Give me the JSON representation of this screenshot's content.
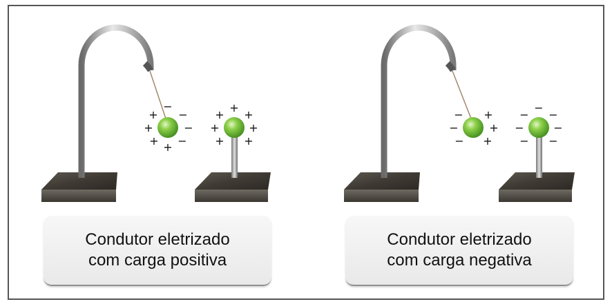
{
  "setups": [
    {
      "id": "positive",
      "caption_line1": "Condutor eletrizado",
      "caption_line2": "com carga positiva",
      "pendulum_charges": [
        "+",
        "+",
        "+",
        "+",
        "−",
        "−",
        "−",
        "−"
      ],
      "conductor_charges": [
        "+",
        "+",
        "+",
        "+",
        "+",
        "+",
        "+",
        "+"
      ]
    },
    {
      "id": "negative",
      "caption_line1": "Condutor eletrizado",
      "caption_line2": "com carga negativa",
      "pendulum_charges": [
        "−",
        "−",
        "−",
        "−",
        "+",
        "+",
        "+",
        "+"
      ],
      "conductor_charges": [
        "−",
        "−",
        "−",
        "−",
        "−",
        "−",
        "−",
        "−"
      ]
    }
  ],
  "colors": {
    "sphere": "#8ed04a",
    "sphere_dark": "#3f8a1e",
    "base": "#4a463e",
    "frame": "#555555"
  }
}
